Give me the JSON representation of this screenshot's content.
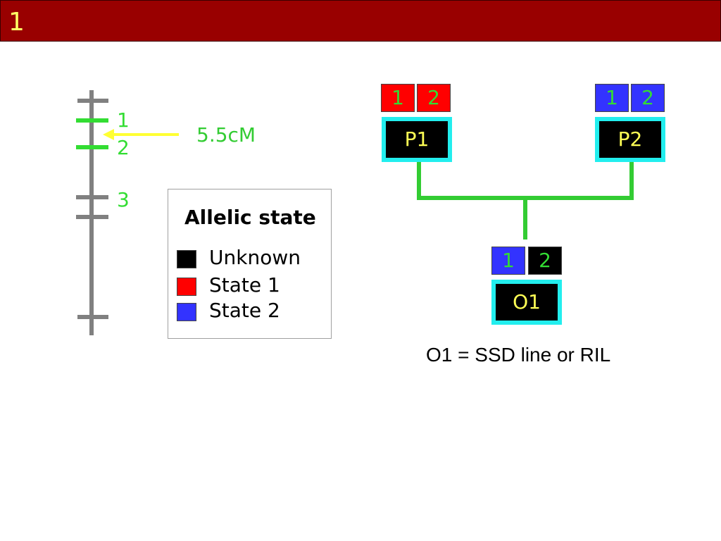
{
  "slide": {
    "title": "1"
  },
  "colors": {
    "title_bar": "#990000",
    "title_text": "#ffff66",
    "marker_green": "#33dd33",
    "chromosome_gray": "#808080",
    "arrow_yellow": "#ffff33",
    "state1_red": "#ff0000",
    "state2_blue": "#3333ff",
    "unknown_black": "#000000",
    "individual_border": "#22eeee",
    "pedigree_line": "#33cc33"
  },
  "chromosome": {
    "markers": [
      {
        "label": "1"
      },
      {
        "label": "2"
      },
      {
        "label": "3"
      }
    ],
    "distance_label": "5.5cM"
  },
  "legend": {
    "title": "Allelic state",
    "items": [
      {
        "label": "Unknown",
        "color": "#000000"
      },
      {
        "label": "State 1",
        "color": "#ff0000"
      },
      {
        "label": "State 2",
        "color": "#3333ff"
      }
    ]
  },
  "pedigree": {
    "p1": {
      "name": "P1",
      "alleles": [
        {
          "label": "1",
          "state": "State 1"
        },
        {
          "label": "2",
          "state": "State 1"
        }
      ]
    },
    "p2": {
      "name": "P2",
      "alleles": [
        {
          "label": "1",
          "state": "State 2"
        },
        {
          "label": "2",
          "state": "State 2"
        }
      ]
    },
    "o1": {
      "name": "O1",
      "alleles": [
        {
          "label": "1",
          "state": "State 2"
        },
        {
          "label": "2",
          "state": "Unknown"
        }
      ]
    }
  },
  "footnote": "O1 = SSD line or RIL"
}
